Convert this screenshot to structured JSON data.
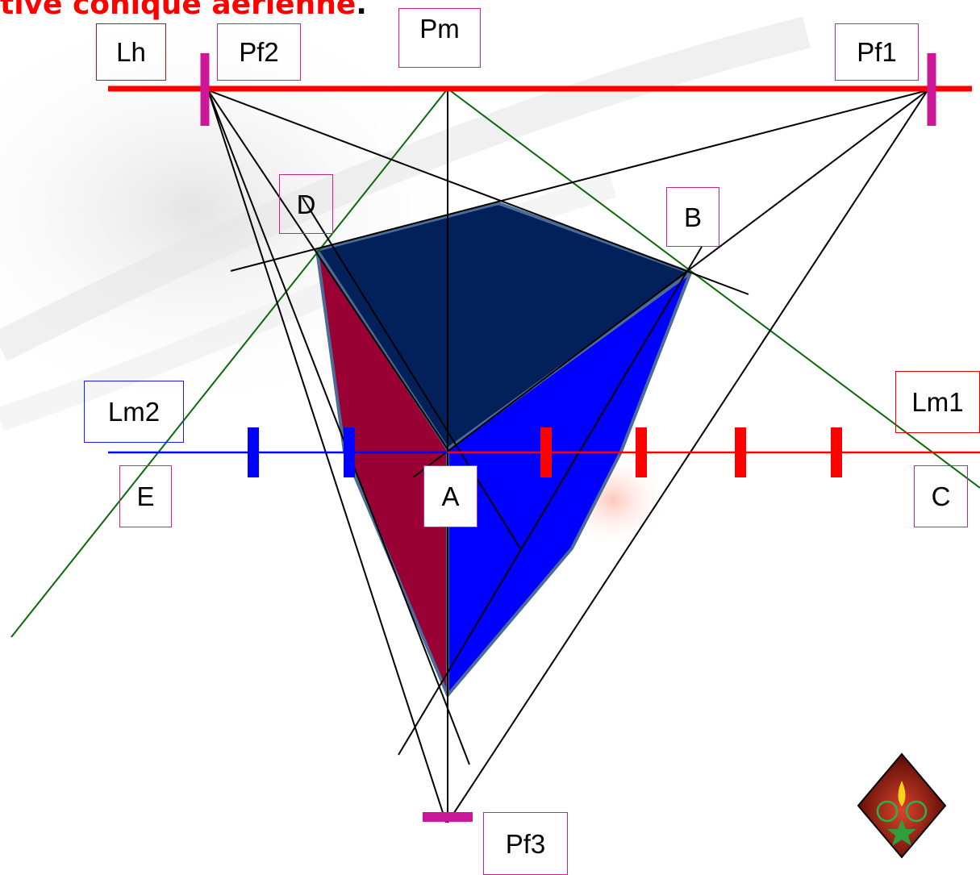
{
  "title": {
    "text": "tive conique aérienne",
    "trailing_punct": "."
  },
  "labels": {
    "lh": "Lh",
    "pf2": "Pf2",
    "pm": "Pm",
    "pf1": "Pf1",
    "d": "D",
    "b": "B",
    "lm2": "Lm2",
    "lm1": "Lm1",
    "e": "E",
    "a": "A",
    "c": "C",
    "pf3": "Pf3"
  },
  "colors": {
    "horizon_line": "#ff0000",
    "vanishing_marker": "#cc1896",
    "measure_line_left": "#0000ff",
    "measure_line_right": "#ff0000",
    "face_top": "#02205a",
    "face_left": "#990033",
    "face_right": "#0000ff",
    "construction_lines": "#000000",
    "green_lines": "#006600",
    "label_border": "#d0208f"
  },
  "icons": {
    "corner_logo": "diamond-logo-icon"
  }
}
